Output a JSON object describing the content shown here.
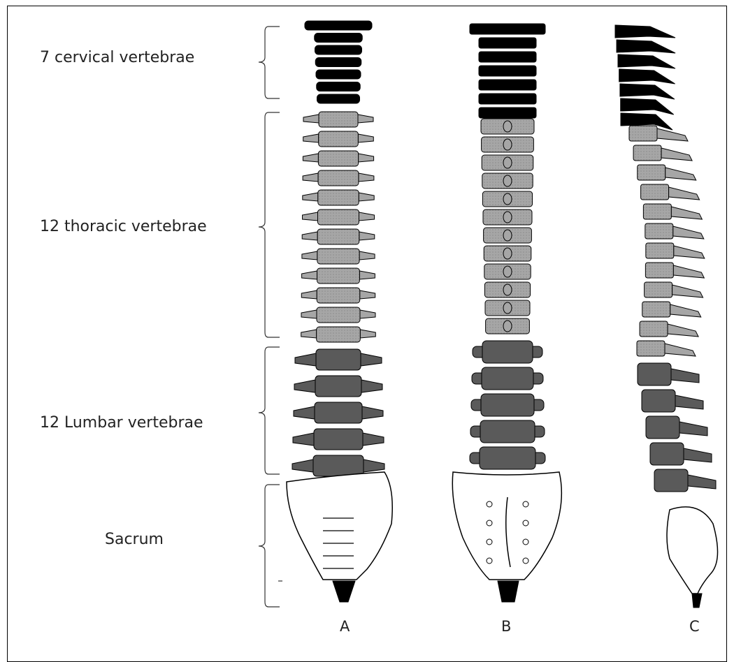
{
  "regions": {
    "cervical": "7 cervical vertebrae",
    "thoracic": "12 thoracic vertebrae",
    "lumbar": "12 Lumbar vertebrae",
    "sacrum": "Sacrum"
  },
  "views": {
    "a": "A",
    "b": "B",
    "c": "C"
  },
  "colors": {
    "cervical": "#000000",
    "thoracic": "#a6a6a6",
    "lumbar": "#5a5a5a",
    "sacrum": "#ffffff"
  }
}
